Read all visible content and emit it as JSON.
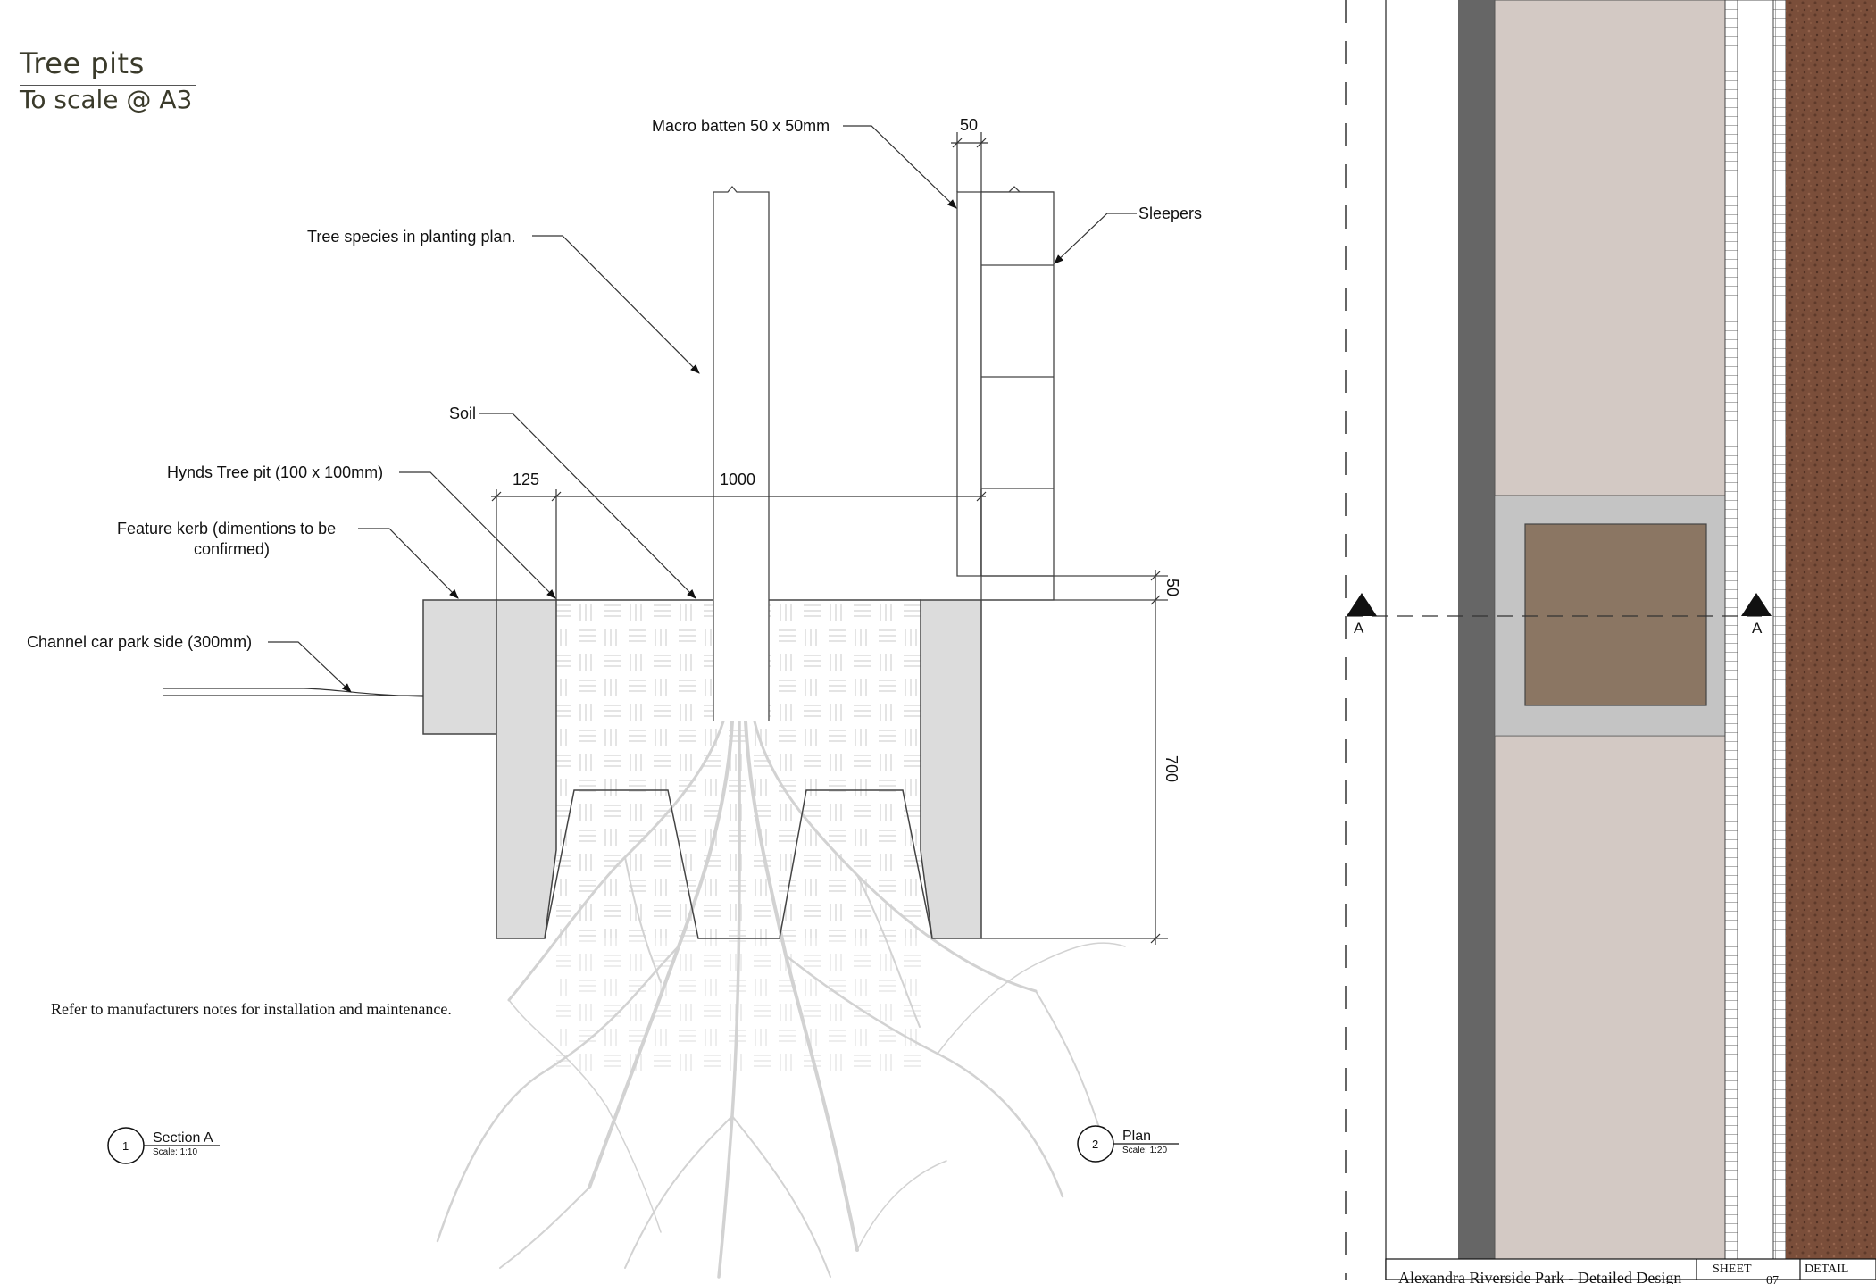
{
  "header": {
    "title": "Tree pits",
    "subtitle": "To scale @ A3"
  },
  "labels": {
    "macro_batten": "Macro batten 50 x 50mm",
    "sleepers": "Sleepers",
    "tree_species": "Tree species in planting plan.",
    "soil": "Soil",
    "hynds": "Hynds Tree pit (100 x 100mm)",
    "feature_kerb_1": "Feature kerb (dimentions to be",
    "feature_kerb_2": "confirmed)",
    "channel": "Channel car park side (300mm)"
  },
  "dimensions": {
    "batten_width": "50",
    "pit_wall": "125",
    "pit_width": "1000",
    "batten_height": "50",
    "pit_depth": "700"
  },
  "note": "Refer to manufacturers notes for installation and maintenance.",
  "views": {
    "section": {
      "number": "1",
      "name": "Section A",
      "scale": "Scale: 1:10"
    },
    "plan": {
      "number": "2",
      "name": "Plan",
      "scale": "Scale: 1:20"
    }
  },
  "section_markers": {
    "left": "A",
    "right": "A"
  },
  "title_block": {
    "project": "Alexandra Riverside Park - Detailed Design",
    "sheet_label": "SHEET",
    "sheet_value": "07",
    "detail_label": "DETAIL"
  },
  "colors": {
    "concrete": "#dcdcdc",
    "paving": "#d3c9c4",
    "asphalt_strip": "#666666",
    "soil_brown": "#7a4e3a",
    "grate": "#8b7663",
    "grate_surround": "#c9c9c9",
    "text_dark": "#3a3a2a"
  }
}
